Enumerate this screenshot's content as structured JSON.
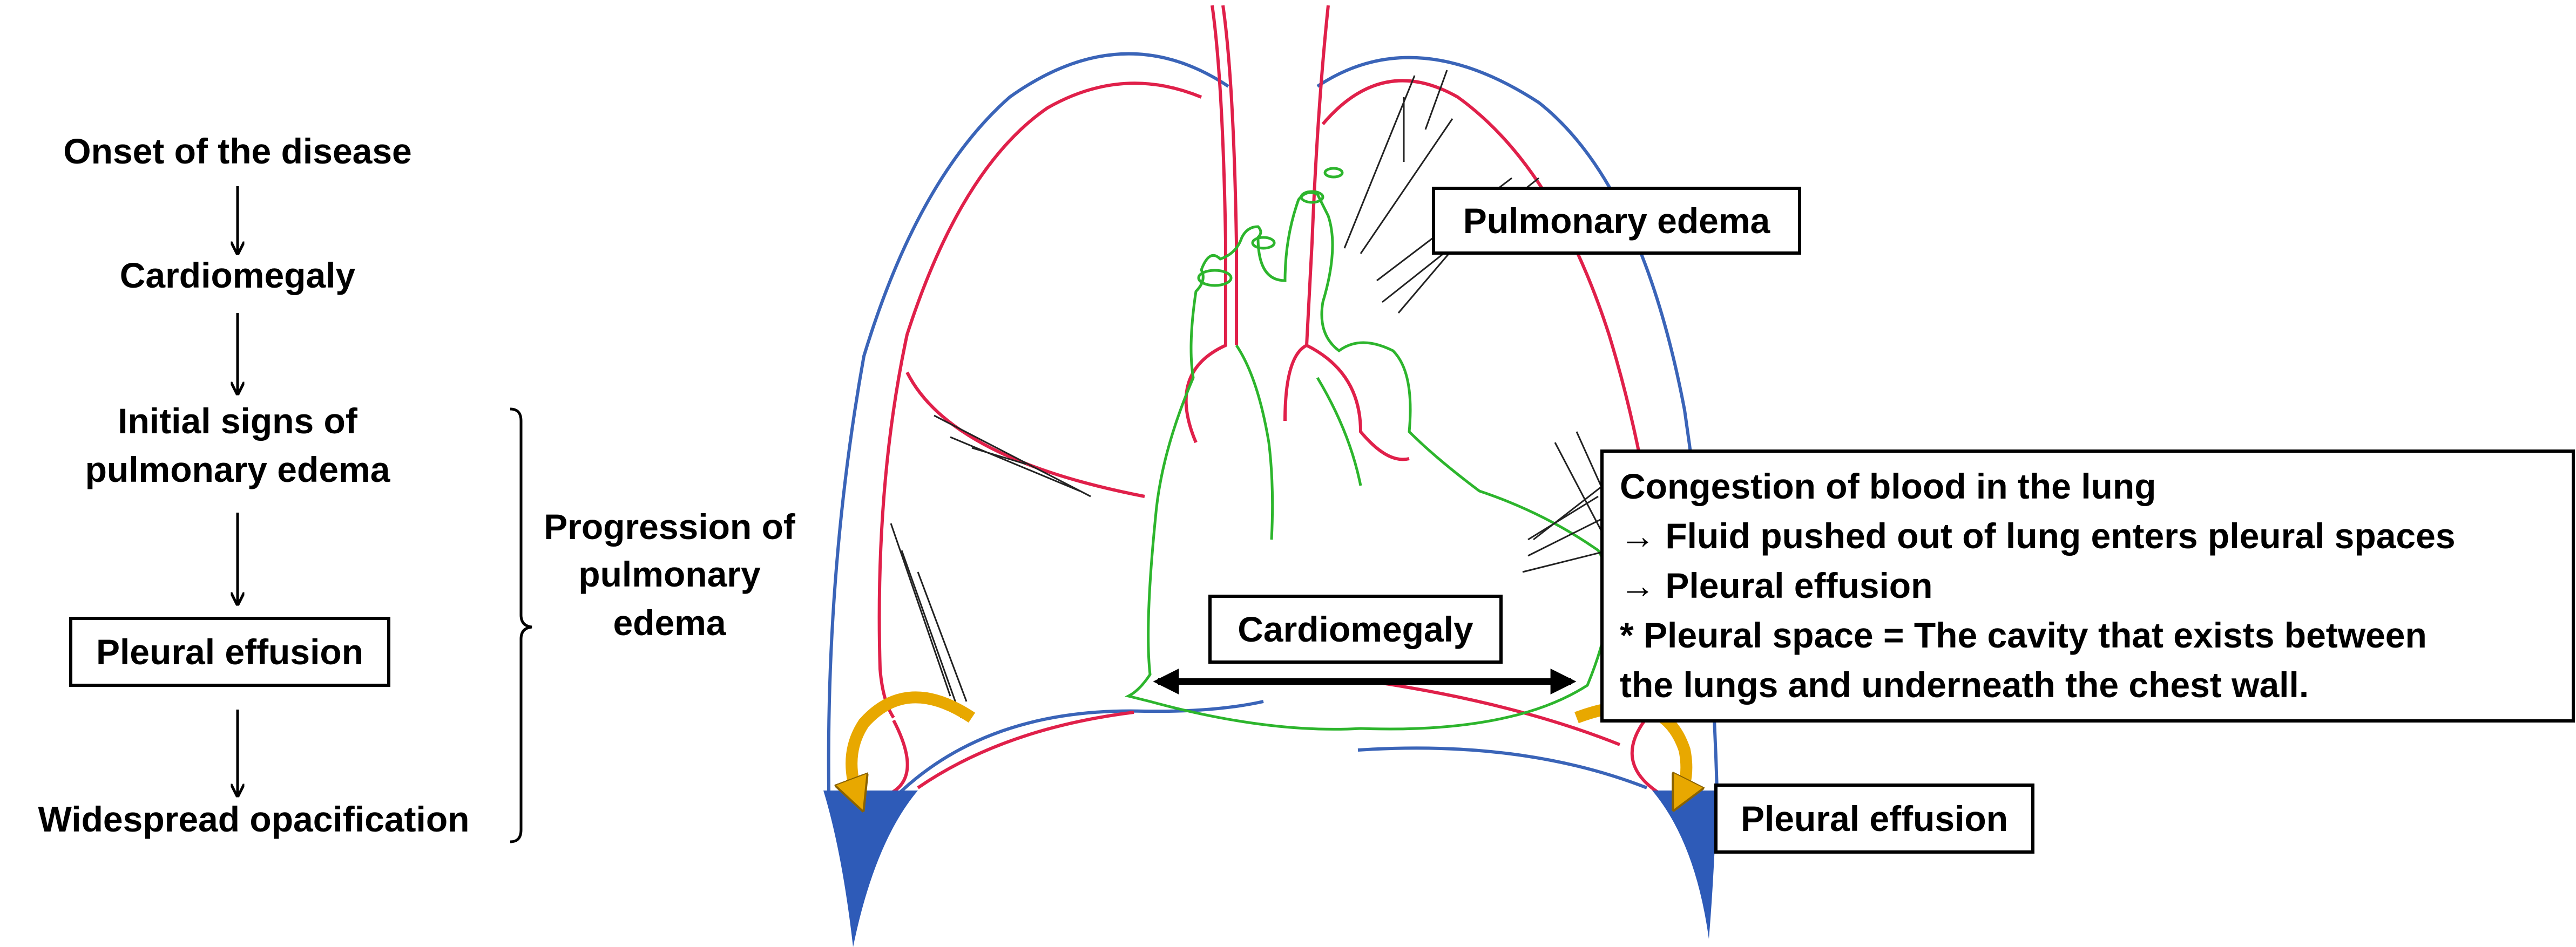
{
  "flow": {
    "step1": "Onset of the disease",
    "step2": "Cardiomegaly",
    "step3_line1": "Initial signs of",
    "step3_line2": "pulmonary edema",
    "step4": "Pleural effusion",
    "step5": "Widespread opacification"
  },
  "progression": {
    "line1": "Progression of",
    "line2": "pulmonary",
    "line3": "edema"
  },
  "labels": {
    "pulmonary_edema": "Pulmonary edema",
    "cardiomegaly": "Cardiomegaly",
    "pleural_effusion": "Pleural effusion"
  },
  "info_box": {
    "line1": "Congestion of blood in the lung",
    "line2": "→ Fluid pushed out of lung enters pleural spaces",
    "line3": "→ Pleural effusion",
    "line4": "* Pleural space =  The cavity that exists between",
    "line5": "the lungs and underneath the chest wall."
  },
  "colors": {
    "chest_wall": "#3a64b8",
    "lung_border": "#e0204a",
    "heart": "#2db52d",
    "fluid": "#2e5bb8",
    "arrow": "#e8a800"
  }
}
